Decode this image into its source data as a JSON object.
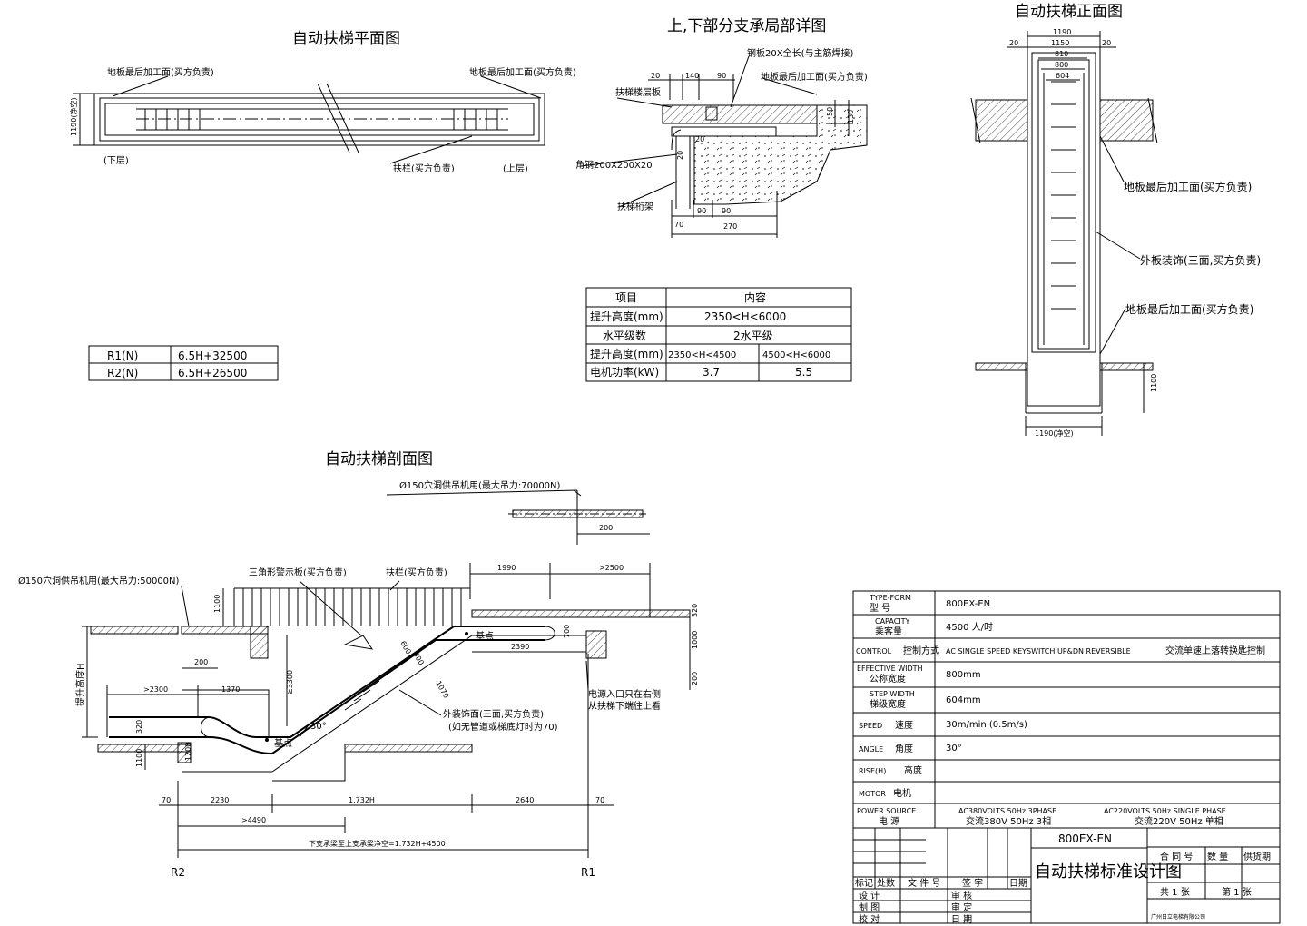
{
  "titles": {
    "plan": "自动扶梯平面图",
    "detail": "上,下部分支承局部详图",
    "front": "自动扶梯正面图",
    "section": "自动扶梯剖面图"
  },
  "plan": {
    "floor_left": "地板最后加工面(买方负责)",
    "floor_right": "地板最后加工面(买方负责)",
    "width": "1190(净空)",
    "lower": "(下层)",
    "upper": "(上层)",
    "handrail": "扶栏(买方负责)"
  },
  "detail": {
    "steel_plate": "钢板20X全长(与主筋焊接)",
    "floor_finish": "地板最后加工面(买方负责)",
    "landing": "扶梯楼层板",
    "angle_steel": "角钢200X200X20",
    "truss": "扶梯桁架",
    "dims_top": [
      "20",
      "140",
      "90"
    ],
    "dims_right": [
      "50",
      "130"
    ],
    "dim_left": "20",
    "dims_bottom": [
      "70",
      "90"
    ],
    "dim_total": "270",
    "dim_mid": "20"
  },
  "front": {
    "dims_top": [
      "1190",
      "20",
      "1150",
      "20",
      "810",
      "800",
      "604"
    ],
    "floor_top": "地板最后加工面(买方负责)",
    "cladding": "外板装饰(三面,买方负责)",
    "floor_bottom": "地板最后加工面(买方负责)",
    "pit_depth": "1100",
    "bottom_width": "1190(净空)"
  },
  "reactions": {
    "rows": [
      {
        "name": "R1(N)",
        "value": "6.5H+32500"
      },
      {
        "name": "R2(N)",
        "value": "6.5H+26500"
      }
    ]
  },
  "spec": {
    "header": [
      "项目",
      "内容"
    ],
    "rise_label": "提升高度(mm)",
    "rise_value": "2350<H<6000",
    "steps_label": "水平级数",
    "steps_value": "2水平级",
    "rise2_label": "提升高度(mm)",
    "rise2_a": "2350<H<4500",
    "rise2_b": "4500<H<6000",
    "motor_label": "电机功率(kW)",
    "motor_a": "3.7",
    "motor_b": "5.5"
  },
  "section": {
    "hook_top": "Ø150穴洞供吊机用(最大吊力:70000N)",
    "hook_left": "Ø150穴洞供吊机用(最大吊力:50000N)",
    "triangle": "三角形警示板(买方负责)",
    "handrail": "扶栏(买方负责)",
    "base_point": "基点",
    "cladding": "外装饰面(三面,买方负责)",
    "cladding_note": "(如无管道或梯底灯时为70)",
    "power_1": "电源入口只在右侧",
    "power_2": "从扶梯下端往上看",
    "rise": "提升高度H",
    "angle": "30°",
    "dims": [
      "200",
      "1990",
      ">2500",
      "1100",
      "320",
      "700",
      "2390",
      "1000",
      "200",
      ">2300",
      "1370",
      "200",
      "≥3300",
      "320",
      "1100",
      "1200",
      "70",
      "2230",
      "1.732H",
      "2640",
      "70",
      ">4490",
      "600",
      "500",
      "1070"
    ],
    "clear_span": "下支承梁至上支承梁净空=1.732H+4500",
    "r2": "R2",
    "r1": "R1"
  },
  "titleblock": {
    "rows": [
      {
        "en": "TYPE-FORM",
        "cn": "型  号",
        "value": "800EX-EN"
      },
      {
        "en": "CAPACITY",
        "cn": "乘客量",
        "value": "4500 人/时"
      },
      {
        "en": "CONTROL",
        "cn": "控制方式",
        "value": "AC SINGLE SPEED KEYSWITCH UP&DN REVERSIBLE",
        "value2": "交流单速上落转换匙控制"
      },
      {
        "en": "EFFECTIVE WIDTH",
        "cn": "公称宽度",
        "value": "800mm"
      },
      {
        "en": "STEP WIDTH",
        "cn": "梯级宽度",
        "value": "604mm"
      },
      {
        "en": "SPEED",
        "cn": "速度",
        "value": "30m/min   (0.5m/s)"
      },
      {
        "en": "ANGLE",
        "cn": "角度",
        "value": "30°"
      },
      {
        "en": "RISE(H)",
        "cn": "高度",
        "value": ""
      },
      {
        "en": "MOTOR",
        "cn": "电机",
        "value": ""
      }
    ],
    "power_en": "POWER SOURCE",
    "power_cn": "电    源",
    "power_a1": "AC380VOLTS 50Hz 3PHASE",
    "power_a2": "交流380V 50Hz 3相",
    "power_b1": "AC220VOLTS 50Hz SINGLE PHASE",
    "power_b2": "交流220V 50Hz 单相",
    "model": "800EX-EN",
    "drawing_title": "自动扶梯标准设计图",
    "contract": "合 同 号",
    "qty": "数 量",
    "supplier": "供货期",
    "sheets": "共 1 张",
    "sheet_no": "第 1 张",
    "company": "广州日立电梯有限公司",
    "rev_headers": [
      "标记",
      "处数",
      "文 件 号",
      "签  字",
      "日期"
    ],
    "roles_left": [
      "设  计",
      "制  图",
      "校  对"
    ],
    "roles_right": [
      "审  核",
      "审  定",
      "日  期"
    ]
  }
}
